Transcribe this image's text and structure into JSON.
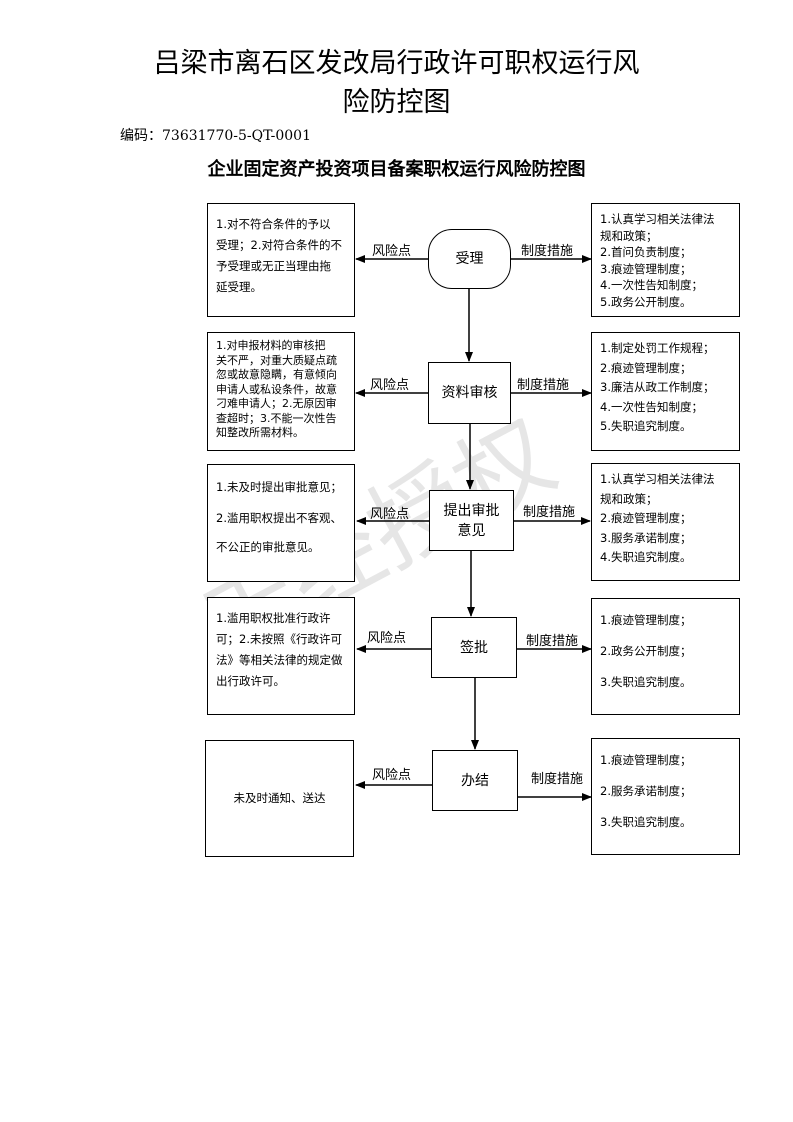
{
  "header": {
    "title_line1": "吕梁市离石区发改局行政许可职权运行风",
    "title_line2": "险防控图",
    "code": "编码：73631770-5-QT-0001",
    "subtitle": "企业固定资产投资项目备案职权运行风险防控图"
  },
  "labels": {
    "risk": "风险点",
    "measure": "制度措施"
  },
  "watermark": "未经授权",
  "steps": [
    {
      "name": "受理",
      "risk": [
        "1.对不符合条件的予以",
        "受理；2.对符合条件的不",
        "予受理或无正当理由拖",
        "延受理。"
      ],
      "measures": [
        "1.认真学习相关法律法",
        "规和政策；",
        "2.首问负责制度；",
        "3.痕迹管理制度；",
        "4.一次性告知制度；",
        "5.政务公开制度。"
      ]
    },
    {
      "name": "资料审核",
      "risk": [
        "1.对申报材料的审核把",
        "关不严，对重大质疑点疏",
        "忽或故意隐瞒，有意倾向",
        "申请人或私设条件，故意",
        "刁难申请人；2.无原因审",
        "查超时；3.不能一次性告",
        "知整改所需材料。"
      ],
      "measures": [
        "1.制定处罚工作规程；",
        "2.痕迹管理制度；",
        "3.廉洁从政工作制度；",
        "4.一次性告知制度；",
        "5.失职追究制度。"
      ]
    },
    {
      "name_lines": [
        "提出审批",
        "意见"
      ],
      "risk": [
        "1.未及时提出审批意见；",
        "2.滥用职权提出不客观、",
        "不公正的审批意见。"
      ],
      "measures": [
        "1.认真学习相关法律法",
        "规和政策；",
        "2.痕迹管理制度；",
        "3.服务承诺制度；",
        "4.失职追究制度。"
      ]
    },
    {
      "name": "签批",
      "risk": [
        "1.滥用职权批准行政许",
        "可；2.未按照《行政许可",
        "法》等相关法律的规定做",
        "出行政许可。"
      ],
      "measures": [
        "1.痕迹管理制度；",
        "2.政务公开制度；",
        "3.失职追究制度。"
      ]
    },
    {
      "name": "办结",
      "risk": [
        "未及时通知、送达"
      ],
      "measures": [
        "1.痕迹管理制度；",
        "2.服务承诺制度；",
        "3.失职追究制度。"
      ]
    }
  ]
}
